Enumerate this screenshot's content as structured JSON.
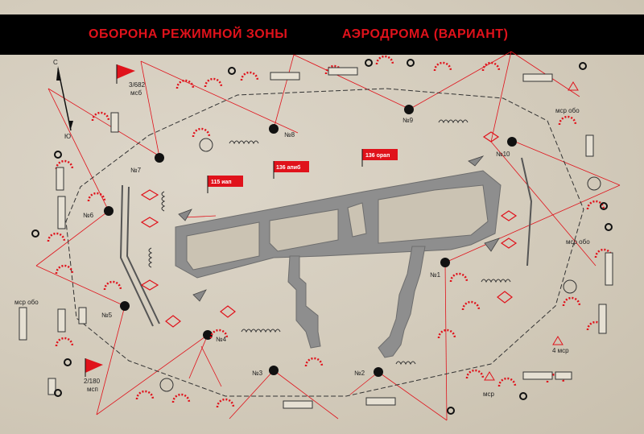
{
  "title": {
    "left": "ОБОРОНА РЕЖИМНОЙ ЗОНЫ",
    "right": "АЭРОДРОМА (ВАРИАНТ)"
  },
  "colors": {
    "accent": "#e0121b",
    "runway": "#8e8e8e",
    "ground": "#d6cfc1",
    "ink": "#111111"
  },
  "compass": {
    "north": "С",
    "south": "Ю"
  },
  "posts": [
    {
      "id": "n1",
      "label": "№1"
    },
    {
      "id": "n2",
      "label": "№2"
    },
    {
      "id": "n3",
      "label": "№3"
    },
    {
      "id": "n4",
      "label": "№4"
    },
    {
      "id": "n5",
      "label": "№5"
    },
    {
      "id": "n6",
      "label": "№6"
    },
    {
      "id": "n7",
      "label": "№7"
    },
    {
      "id": "n8",
      "label": "№8"
    },
    {
      "id": "n9",
      "label": "№9"
    },
    {
      "id": "n10",
      "label": "№10"
    }
  ],
  "flags": [
    {
      "id": "f1",
      "label": "115 иап"
    },
    {
      "id": "f2",
      "label": "136 апиб"
    },
    {
      "id": "f3",
      "label": "136 орап"
    }
  ],
  "units": [
    {
      "id": "u1",
      "line1": "3/682",
      "line2": "мсб"
    },
    {
      "id": "u2",
      "line1": "2/180",
      "line2": "мсп"
    }
  ],
  "zone_labels": [
    {
      "id": "z1",
      "text": "мср обо"
    },
    {
      "id": "z2",
      "text": "мср обо"
    },
    {
      "id": "z3",
      "text": "мср обо"
    },
    {
      "id": "z4",
      "text": "4 мср"
    },
    {
      "id": "z5",
      "text": "мср"
    }
  ]
}
